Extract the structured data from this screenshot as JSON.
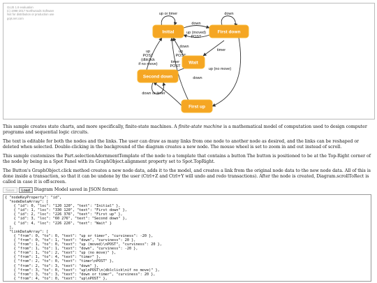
{
  "watermark": [
    "GoJS 1.8 evaluation",
    "(c) 1998-2017 Northwoods Software",
    "Not for distribution or production use",
    "gojs.net.com"
  ],
  "colors": {
    "node": "#F5A623",
    "node_stroke": "#F7B733",
    "link": "#333333",
    "canvas_border": "#BBBBBB"
  },
  "nodes": [
    {
      "key": 0,
      "text": "Initial"
    },
    {
      "key": 1,
      "text": "First down"
    },
    {
      "key": 2,
      "text": "First up"
    },
    {
      "key": 3,
      "text": "Second down"
    },
    {
      "key": 4,
      "text": "Wait"
    }
  ],
  "links": [
    {
      "from": 0,
      "to": 0,
      "text": "up or timer"
    },
    {
      "from": 0,
      "to": 1,
      "text": "down"
    },
    {
      "from": 1,
      "to": 0,
      "text": "up (moved) POST"
    },
    {
      "from": 1,
      "to": 1,
      "text": "down"
    },
    {
      "from": 1,
      "to": 2,
      "text": "up (no move)"
    },
    {
      "from": 1,
      "to": 4,
      "text": "timer"
    },
    {
      "from": 2,
      "to": 0,
      "text": "timer POST"
    },
    {
      "from": 2,
      "to": 3,
      "text": "down"
    },
    {
      "from": 3,
      "to": 0,
      "text": "up POST (dblclick if no move)"
    },
    {
      "from": 3,
      "to": 3,
      "text": "down or timer"
    },
    {
      "from": 4,
      "to": 0,
      "text": "up POST"
    },
    {
      "from": 4,
      "to": 3,
      "text": "down"
    }
  ],
  "intro": {
    "before": "This sample creates state charts, and more specifically, finite-state machines. A ",
    "term": "finite-state machine",
    "after": " is a mathematical model of computation used to design computer programs and sequential logic circuits."
  },
  "para2": "The text is editable for both the nodes and the links. The user can draw as many links from one node to another node as desired, and the links can be reshaped or deleted when selected. Double-clicking in the background of the diagram creates a new node. The mouse wheel is set to zoom in and out instead of scroll.",
  "para3": "This sample customizes the Part.selectionAdornmentTemplate of the node to a template that contains a button The button is positioned to be at the Top-Right corner of the node by being in a Spot Panel with its GraphObject.alignment property set to Spot.TopRight.",
  "para4": "The Button's GraphObject.click method creates a new node data, adds it to the model, and creates a link from the original node data to the new node data. All of this is done inside a transaction, so that it can be undone by the user (Ctrl+Z and Ctrl+Y will undo and redo transactions). After the node is created, Diagram.scrollToRect is called in case it is off-screen.",
  "controls": {
    "save": "Save",
    "load": "Load",
    "caption": "Diagram Model saved in JSON format:"
  },
  "json_text": "{ \"nodeKeyProperty\": \"id\",\n  \"nodeDataArray\": [\n    { \"id\": 0, \"loc\": \"120 120\", \"text\": \"Initial\" },\n    { \"id\": 1, \"loc\": \"330 120\", \"text\": \"First down\" },\n    { \"id\": 2, \"loc\": \"226 376\", \"text\": \"First up\" },\n    { \"id\": 3, \"loc\": \"60 276\", \"text\": \"Second down\" },\n    { \"id\": 4, \"loc\": \"226 226\", \"text\": \"Wait\" }\n  ],\n  \"linkDataArray\": [\n    { \"from\": 0, \"to\": 0, \"text\": \"up or timer\", \"curviness\": -20 },\n    { \"from\": 0, \"to\": 1, \"text\": \"down\", \"curviness\": 20 },\n    { \"from\": 1, \"to\": 0, \"text\": \"up (moved)\\nPOST\", \"curviness\": 20 },\n    { \"from\": 1, \"to\": 1, \"text\": \"down\", \"curviness\": -20 },\n    { \"from\": 1, \"to\": 2, \"text\": \"up (no move)\" },\n    { \"from\": 1, \"to\": 4, \"text\": \"timer\" },\n    { \"from\": 2, \"to\": 0, \"text\": \"timer\\nPOST\" },\n    { \"from\": 2, \"to\": 3, \"text\": \"down\" },\n    { \"from\": 3, \"to\": 0, \"text\": \"up\\nPOST\\n(dblclick\\nif no move)\" },\n    { \"from\": 3, \"to\": 3, \"text\": \"down or timer\", \"curviness\": 20 },\n    { \"from\": 4, \"to\": 0, \"text\": \"up\\nPOST\" },"
}
